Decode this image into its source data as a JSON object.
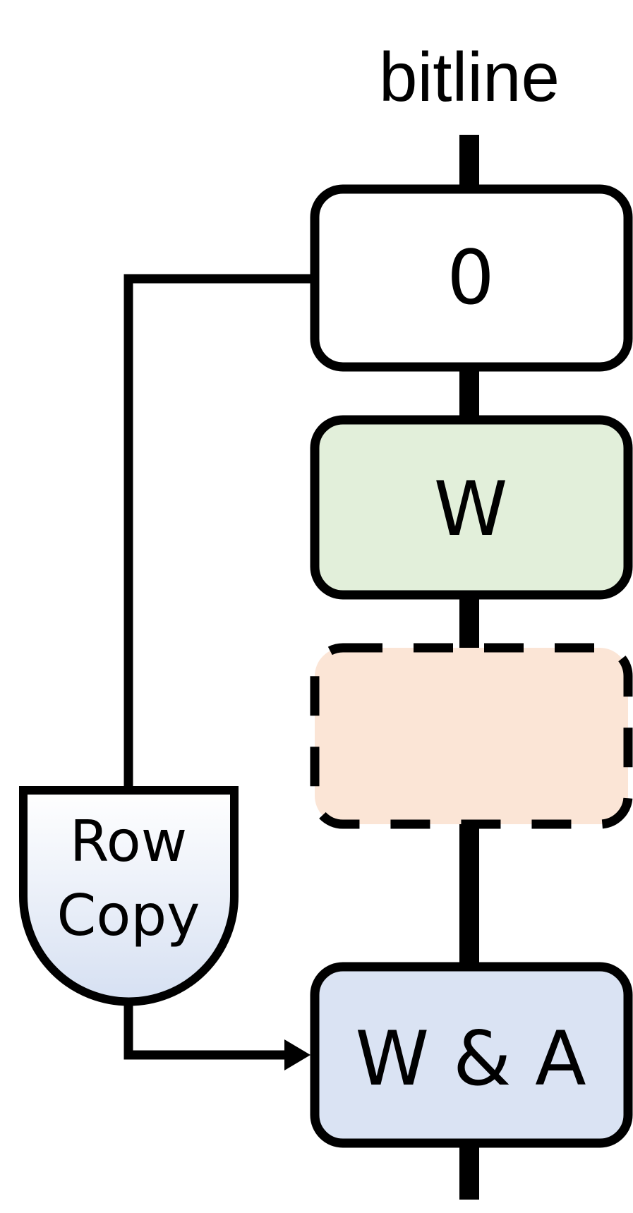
{
  "diagram": {
    "bitline_label": "bitline",
    "rows": {
      "zero": {
        "label": "0",
        "fill": "#ffffff"
      },
      "weight": {
        "label": "W",
        "fill": "#e2efda"
      },
      "empty": {
        "label": "",
        "fill": "#fbe5d6"
      },
      "weight_and_activation": {
        "label": "W & A",
        "fill": "#dae3f3"
      }
    },
    "row_copy": {
      "line1": "Row",
      "line2": "Copy",
      "gradient_top": "#ffffff",
      "gradient_bottom": "#d6e0f2"
    },
    "stroke_color": "#000000"
  }
}
